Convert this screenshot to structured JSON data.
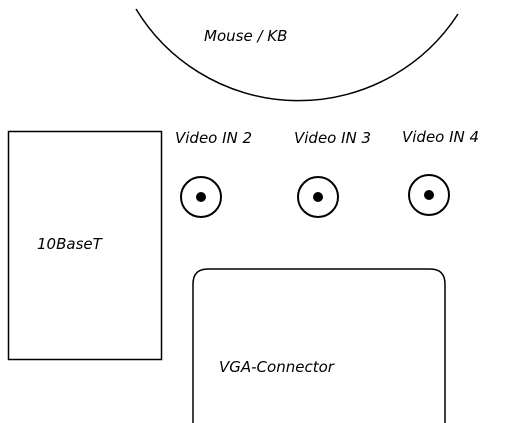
{
  "labels": {
    "mouse_kb": "Mouse / KB",
    "ethernet": "10BaseT",
    "video_in_2": "Video IN 2",
    "video_in_3": "Video IN 3",
    "video_in_4": "Video IN 4",
    "vga": "VGA-Connector"
  },
  "colors": {
    "stroke": "#000000",
    "background": "#ffffff"
  }
}
